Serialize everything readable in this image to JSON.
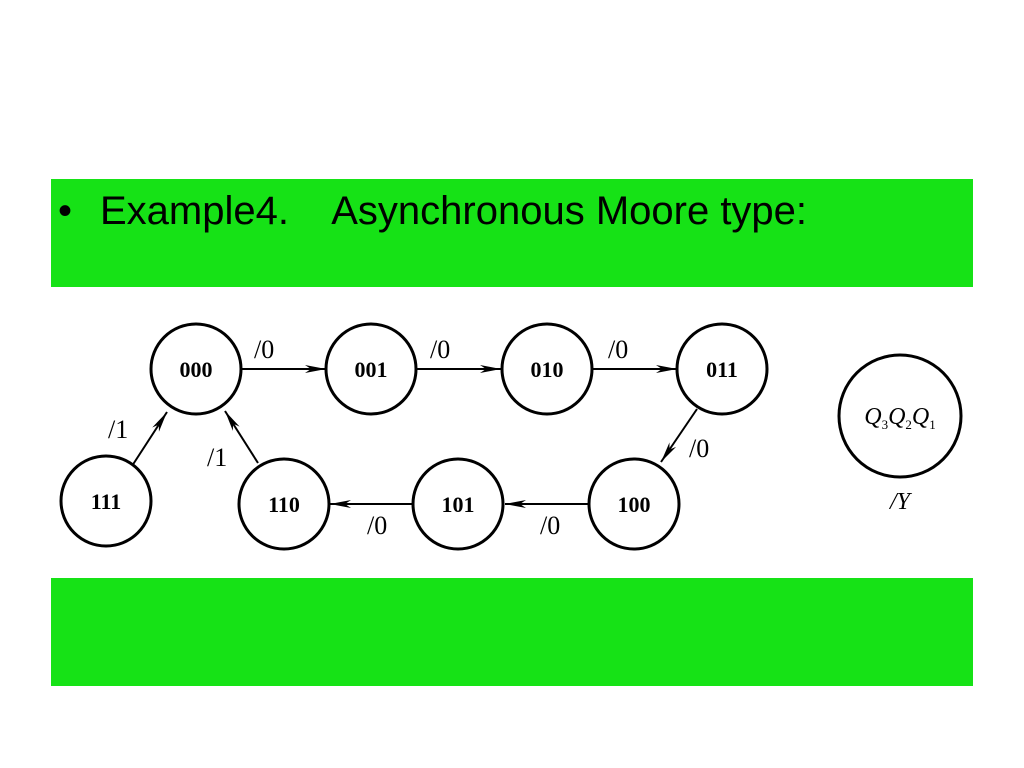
{
  "slide": {
    "bullet": "•",
    "title": "Example4.    Asynchronous Moore type:",
    "band_color": "#16e216"
  },
  "diagram": {
    "states": [
      "000",
      "001",
      "010",
      "011",
      "100",
      "101",
      "110",
      "111"
    ],
    "transitions": [
      {
        "from": "000",
        "to": "001",
        "label": "/0"
      },
      {
        "from": "001",
        "to": "010",
        "label": "/0"
      },
      {
        "from": "010",
        "to": "011",
        "label": "/0"
      },
      {
        "from": "011",
        "to": "100",
        "label": "/0"
      },
      {
        "from": "100",
        "to": "101",
        "label": "/0"
      },
      {
        "from": "101",
        "to": "110",
        "label": "/0"
      },
      {
        "from": "110",
        "to": "000",
        "label": "/1"
      },
      {
        "from": "111",
        "to": "000",
        "label": "/1"
      }
    ],
    "legend": {
      "q3": "Q",
      "q3_sub": "3",
      "q2": "Q",
      "q2_sub": "2",
      "q1": "Q",
      "q1_sub": "1",
      "output": "/Y"
    }
  }
}
